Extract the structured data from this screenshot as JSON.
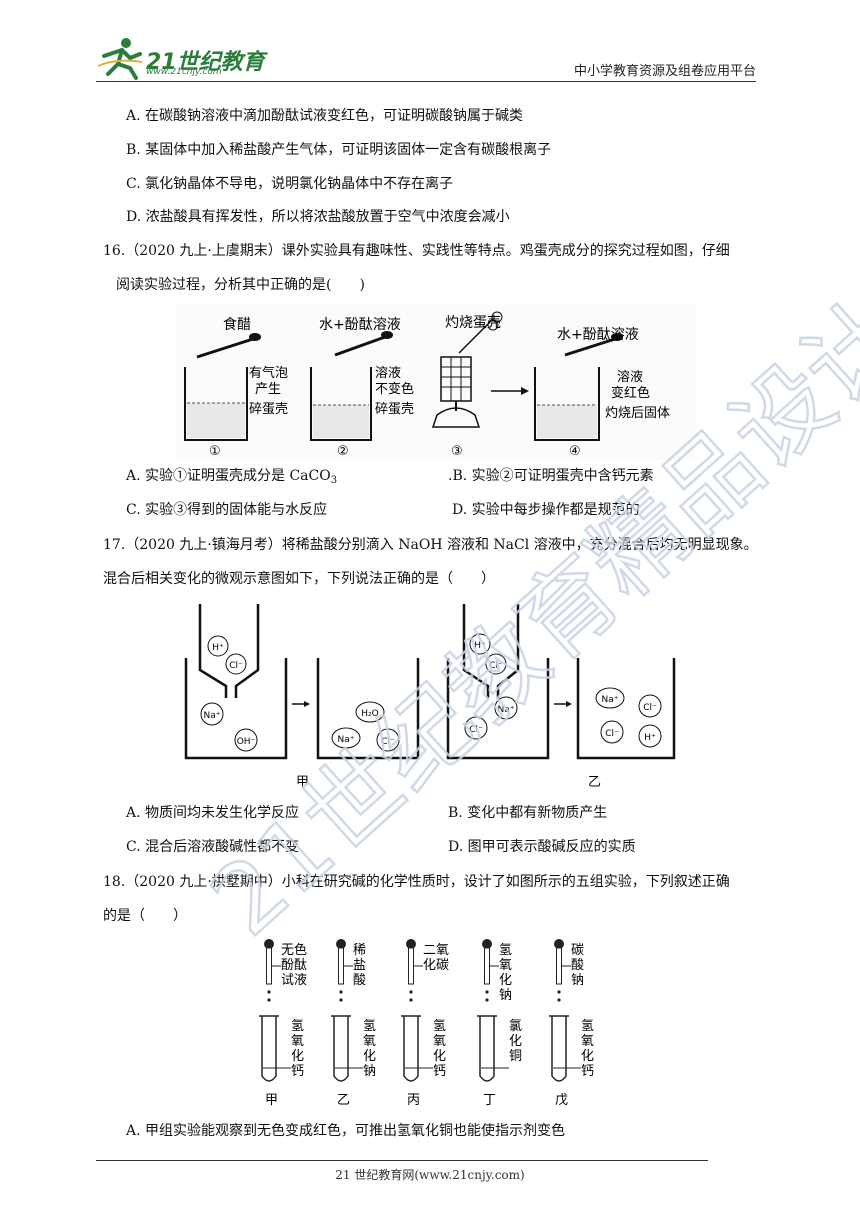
{
  "header": {
    "logo_text": "21世纪教育",
    "logo_url": "www.21cnjy.com",
    "right_text": "中小学教育资源及组卷应用平台"
  },
  "questions": {
    "q15_options": {
      "A": "A. 在碳酸钠溶液中滴加酚酞试液变红色，可证明碳酸钠属于碱类",
      "B": "B. 某固体中加入稀盐酸产生气体，可证明该固体一定含有碳酸根离子",
      "C": "C. 氯化钠晶体不导电，说明氯化钠晶体中不存在离子",
      "D": "D. 浓盐酸具有挥发性，所以将浓盐酸放置于空气中浓度会减小"
    },
    "q16": {
      "stem1": "16.（2020 九上·上虞期末）课外实验具有趣味性、实践性等特点。鸡蛋壳成分的探究过程如图，仔细",
      "stem2": "阅读实验过程，分析其中正确的是(　　)",
      "A": "A. 实验①证明蛋壳成分是 CaCO",
      "A_sub": "3",
      "B": ".B. 实验②可证明蛋壳中含钙元素",
      "C": "C. 实验③得到的固体能与水反应",
      "D": "D. 实验中每步操作都是规范的",
      "figure": {
        "label1": "食醋",
        "label2": "水+酚酞溶液",
        "label3": "灼烧蛋壳",
        "label4": "水+酚酞溶液",
        "b1_l1": "有气泡",
        "b1_l2": "产生",
        "b1_l3": "碎蛋壳",
        "b2_l1": "溶液",
        "b2_l2": "不变色",
        "b2_l3": "碎蛋壳",
        "b4_l1": "溶液",
        "b4_l2": "变红色",
        "b4_l3": "灼烧后固体",
        "n1": "①",
        "n2": "②",
        "n3": "③",
        "n4": "④"
      }
    },
    "q17": {
      "stem1": "17.（2020 九上·镇海月考）将稀盐酸分别滴入 NaOH  溶液和 NaCl 溶液中，充分混合后均无明显现象。",
      "stem2": "混合后相关变化的微观示意图如下，下列说法正确的是（　　）",
      "A": "A. 物质间均未发生化学反应",
      "B": "B. 变化中都有新物质产生",
      "C": "C. 混合后溶液酸碱性都不变",
      "D": "D. 图甲可表示酸碱反应的实质",
      "figure": {
        "jia": "甲",
        "yi": "乙",
        "H": "H⁺",
        "Cl": "Cl⁻",
        "Na": "Na⁺",
        "OH": "OH⁻",
        "H2O": "H₂O"
      }
    },
    "q18": {
      "stem1": "18.（2020 九上·拱墅期中）小科在研究碱的化学性质时，设计了如图所示的五组实验，下列叙述正确",
      "stem2": "的是（　　）",
      "A": "A. 甲组实验能观察到无色变成红色，可推出氢氧化铜也能使指示剂变色",
      "figure": {
        "t1_top": [
          "无色",
          "酚酞",
          "试液"
        ],
        "t2_top": [
          "稀",
          "盐",
          "酸"
        ],
        "t3_top": [
          "二氧",
          "化碳"
        ],
        "t4_top": [
          "氢",
          "氧",
          "化",
          "钠"
        ],
        "t5_top": [
          "碳",
          "酸",
          "钠"
        ],
        "t1_bot": [
          "氢",
          "氧",
          "化",
          "钙"
        ],
        "t2_bot": [
          "氢",
          "氧",
          "化",
          "钠"
        ],
        "t3_bot": [
          "氢",
          "氧",
          "化",
          "钙"
        ],
        "t4_bot": [
          "氯",
          "化",
          "铜"
        ],
        "t5_bot": [
          "氢",
          "氧",
          "化",
          "钙"
        ],
        "names": [
          "甲",
          "乙",
          "丙",
          "丁",
          "戊"
        ]
      }
    }
  },
  "footer": {
    "text": "21 世纪教育网(www.21cnjy.com)"
  },
  "watermark": {
    "text": "21世纪教育精品设计"
  },
  "colors": {
    "logo_green": "#2a7d3a",
    "watermark": "#c8d3e3"
  }
}
